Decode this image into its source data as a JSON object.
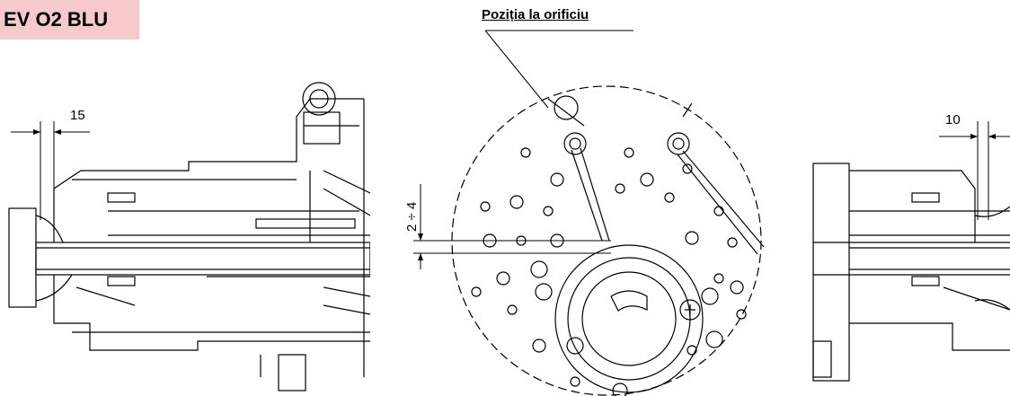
{
  "model_label": "EV O2 BLU",
  "title": "Poziția la orificiu",
  "dimensions": {
    "left_offset": "15",
    "gap_range": "2 ÷ 4",
    "right_offset": "10"
  }
}
